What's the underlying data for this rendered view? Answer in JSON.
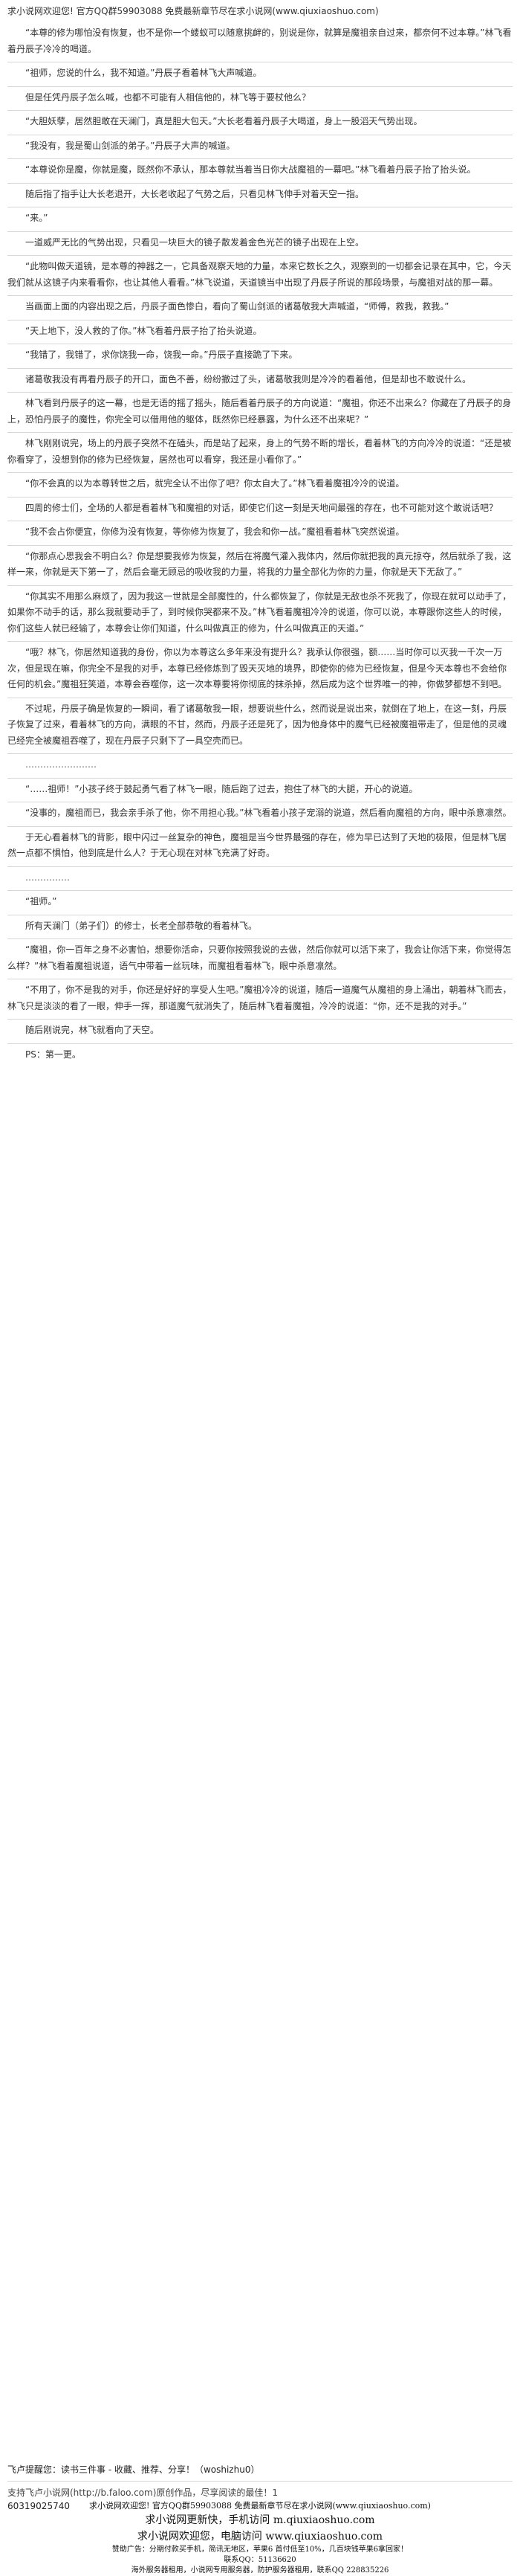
{
  "header": {
    "text": "求小说网欢迎您! 官方QQ群59903088 免费最新章节尽在求小说网(www.qiuxiaoshuo.com)"
  },
  "paragraphs": [
    "“本尊的修为哪怕没有恢复，也不是你一个蝼蚁可以随意挑衅的，别说是你，就算是魔祖亲自过来，都奈何不过本尊。”林飞看着丹辰子冷冷的喝道。",
    "“祖师，您说的什么，我不知道。”丹辰子看着林飞大声喊道。",
    "但是任凭丹辰子怎么喊，也都不可能有人相信他的，林飞等于要杖他么？",
    "“大胆妖孽，居然胆敢在天澜门，真是胆大包天。”大长老看着丹辰子大喝道，身上一股滔天气势出现。",
    "“我没有，我是蜀山剑派的弟子。”丹辰子大声的喊道。",
    "“本尊说你是魔，你就是魔，既然你不承认，那本尊就当着当日你大战魔祖的一幕吧。”林飞看着丹辰子抬了抬头说。",
    "随后指了指手让大长老退开，大长老收起了气势之后，只看见林飞伸手对着天空一指。",
    "“来。”",
    "一道威严无比的气势出现，只看见一块巨大的镜子散发着金色光芒的镜子出现在上空。",
    "“此物叫做天道镜，是本尊的神器之一，它具备观察天地的力量，本来它数长之久，观察到的一切都会记录在其中，它，今天我们就从这镜子内来看看你，也让其他人看看。”林飞说道，天道镜当中出现了丹辰子所说的那段场景，与魔祖对战的那一幕。",
    "当画面上面的内容出现之后，丹辰子面色惨白，看向了蜀山剑派的诸葛敬我大声喊道，“师傅，救我，救我。”",
    "“天上地下，没人救的了你。”林飞看着丹辰子抬了抬头说道。",
    "“我错了，我错了，求你饶我一命，饶我一命。”丹辰子直接跪了下来。",
    "诸葛敬我没有再看丹辰子的开口，面色不善，纷纷撤过了头，诸葛敬我则是冷冷的看着他，但是却也不敢说什么。",
    "林飞看到丹辰子的这一幕，也是无语的摇了摇头，随后看着丹辰子的方向说道：“魔祖，你还不出来么？你藏在了丹辰子的身上，恐怕丹辰子的魔性，你完全可以借用他的躯体，既然你已经暴露，为什么还不出来呢？”",
    "林飞刚刚说完，场上的丹辰子突然不在磕头，而是站了起来，身上的气势不断的增长，看着林飞的方向冷冷的说道：“还是被你看穿了，没想到你的修为已经恢复，居然也可以看穿，我还是小看你了。”",
    "“你不会真的以为本尊转世之后，就完全认不出你了吧？你太自大了。”林飞看着魔祖冷冷的说道。",
    "四周的修士们，全场的人都是看着林飞和魔祖的对话，即使它们这一刻是天地间最强的存在，也不可能对这个敢说话吧？",
    "“我不会占你便宜，你修为没有恢复，等你修为恢复了，我会和你一战。”魔祖看着林飞突然说道。",
    "“你那点心思我会不明白么？你是想要我修为恢复，然后在将魔气灌入我体内，然后你就把我的真元掠夺，然后就杀了我，这样一来，你就是天下第一了，然后会毫无顾忌的吸收我的力量，将我的力量全部化为你的力量，你就是天下无敌了。”",
    "“你其实不用那么麻烦了，因为我这一世就是全部魔性的，什么都恢复了，你就是无敌也杀不死我了，你现在就可以动手了，如果你不动手的话，那么我就要动手了，到时候你哭都来不及。”林飞看着魔祖冷冷的说道，你可以说，本尊跟你这些人的时候，你们这些人就已经输了，本尊会让你们知道，什么叫做真正的修为，什么叫做真正的天道。”",
    "“哦？林飞，你居然知道我的身份，你以为本尊这么多年来没有提升么？我承认你很强，额……当时你可以灭我一千次一万次，但是现在嘛，你完全不是我的对手，本尊已经修炼到了毁天灭地的境界，即使你的修为已经恢复，但是今天本尊也不会给你任何的机会。”魔祖狂笑道，本尊会吞噬你，这一次本尊要将你彻底的抹杀掉，然后成为这个世界唯一的神，你做梦都想不到吧。",
    "不过呢，丹辰子确是恢复的一瞬间，看了诸葛敬我一眼，想要说些什么，然而说是说出来，就倒在了地上，在这一刻，丹辰子恢复了过来，看着林飞的方向，满眼的不甘，然而，丹辰子还是死了，因为他身体中的魔气已经被魔祖带走了，但是他的灵魂已经完全被魔祖吞噬了，现在丹辰子只剩下了一具空壳而已。",
    "……………………",
    "“……祖师！”小孩子终于鼓起勇气看了林飞一眼，随后跑了过去，抱住了林飞的大腿，开心的说道。",
    "“没事的，魔祖而已，我会亲手杀了他，你不用担心我。”林飞看着小孩子宠溺的说道，然后看向魔祖的方向，眼中杀意凛然。",
    "于无心看着林飞的背影，眼中闪过一丝复杂的神色，魔祖是当今世界最强的存在，修为早已达到了天地的极限，但是林飞居然一点都不惧怕，他到底是什么人？于无心现在对林飞充满了好奇。",
    "……………",
    "“祖师。”",
    "所有天澜门（弟子们）的修士，长老全部恭敬的看着林飞。",
    "“魔祖，你一百年之身不必害怕，想要你活命，只要你按照我说的去做，然后你就可以活下来了，我会让你活下来，你觉得怎么样？”林飞看着魔祖说道，语气中带着一丝玩味，而魔祖看着林飞，眼中杀意凛然。",
    "“不用了，你不是我的对手，你还是好好的享受人生吧。”魔祖冷冷的说道，随后一道魔气从魔祖的身上涌出，朝着林飞而去，林飞只是淡淡的看了一眼，伸手一挥，那道魔气就消失了，随后林飞看着魔祖，冷冷的说道：“你，还不是我的对手。”",
    "随后刚说完，林飞就看向了天空。",
    "PS：第一更。"
  ],
  "share": {
    "text": "飞卢提醒您：读书三件事 - 收藏、推荐、分享！（woshizhu0）",
    "support": "支持飞卢小说网(http://b.faloo.com)原创作品，尽享阅读的最佳！1",
    "code": "60319025740"
  },
  "footer": {
    "line1": "求小说网欢迎您! 官方QQ群59903088 免费最新章节尽在求小说网(www.qiuxiaoshuo.com)",
    "line2": "求小说网更新快，手机访问 m.qiuxiaoshuo.com",
    "line3": "求小说网欢迎您，电脑访问 www.qiuxiaoshuo.com",
    "line4": "赞助广告：分期付款买手机，简讯无地区，苹果6 首付低至10%，几百块钱苹果6拿回家！",
    "line5": "联系QQ：51136620",
    "line6": "海外服务器租用，小说网专用服务器，防护服务器租用，联系QQ 228835226"
  }
}
